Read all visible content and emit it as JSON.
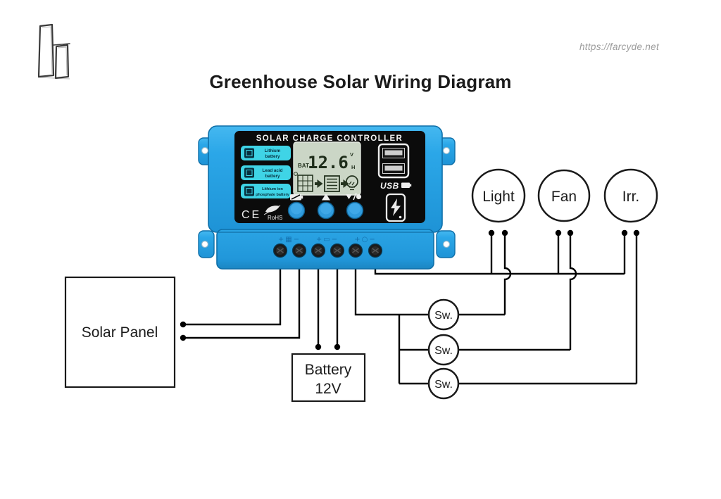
{
  "header": {
    "title": "Greenhouse Solar Wiring Diagram",
    "site_url": "https://farcyde.net"
  },
  "controller": {
    "name": "SOLAR CHARGE CONTROLLER",
    "battery_types": [
      {
        "line1": "Lithium",
        "line2": "battery"
      },
      {
        "line1": "Lead acid",
        "line2": "battery"
      },
      {
        "line1": "Lithium ion",
        "line2": "phosphate battery"
      }
    ],
    "lcd": {
      "bat_label": "BAT",
      "voltage": "12.6",
      "volt_unit": "V",
      "hour_unit": "H"
    },
    "certifications": {
      "ce": "CE",
      "rohs": "RoHS"
    },
    "usb_label": "USB",
    "terminal_labels": {
      "solar": "+▦−",
      "battery": "+▭−",
      "load": "+○−"
    }
  },
  "components": {
    "solar_panel_label": "Solar Panel",
    "battery_label_line1": "Battery",
    "battery_label_line2": "12V",
    "loads": [
      "Light",
      "Fan",
      "Irr."
    ],
    "switches": [
      "Sw.",
      "Sw.",
      "Sw."
    ]
  },
  "colors": {
    "wire": "#000000",
    "controller_body": "#2BA7E8",
    "controller_panel": "#0B0B0B",
    "lcd_screen": "#CBD6C6",
    "battery_type_pill": "#3FD4E6",
    "button_blue": "#2F9BDD",
    "terminal_label_blue": "#1470AE",
    "url_gray": "#9B9B9B"
  }
}
